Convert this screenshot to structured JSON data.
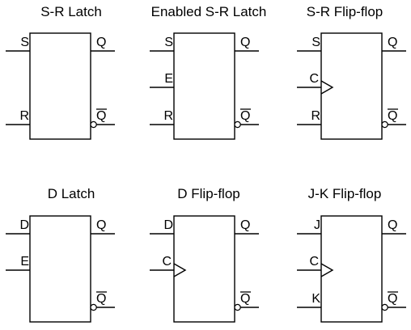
{
  "diagram": {
    "colors": {
      "stroke": "#000000",
      "background": "#ffffff"
    },
    "blocks": [
      {
        "id": "sr-latch",
        "title": "S-R Latch",
        "left_pins": [
          {
            "label": "S",
            "slot": "top",
            "clock": false
          },
          {
            "label": "R",
            "slot": "bottom",
            "clock": false
          }
        ],
        "right_pins": [
          {
            "label": "Q",
            "slot": "top",
            "inverted": false,
            "overbar": false
          },
          {
            "label": "Q",
            "slot": "bottom",
            "inverted": true,
            "overbar": true
          }
        ]
      },
      {
        "id": "enabled-sr-latch",
        "title": "Enabled S-R Latch",
        "left_pins": [
          {
            "label": "S",
            "slot": "top",
            "clock": false
          },
          {
            "label": "E",
            "slot": "middle",
            "clock": false
          },
          {
            "label": "R",
            "slot": "bottom",
            "clock": false
          }
        ],
        "right_pins": [
          {
            "label": "Q",
            "slot": "top",
            "inverted": false,
            "overbar": false
          },
          {
            "label": "Q",
            "slot": "bottom",
            "inverted": true,
            "overbar": true
          }
        ]
      },
      {
        "id": "sr-flip-flop",
        "title": "S-R Flip-flop",
        "left_pins": [
          {
            "label": "S",
            "slot": "top",
            "clock": false
          },
          {
            "label": "C",
            "slot": "middle",
            "clock": true
          },
          {
            "label": "R",
            "slot": "bottom",
            "clock": false
          }
        ],
        "right_pins": [
          {
            "label": "Q",
            "slot": "top",
            "inverted": false,
            "overbar": false
          },
          {
            "label": "Q",
            "slot": "bottom",
            "inverted": true,
            "overbar": true
          }
        ]
      },
      {
        "id": "d-latch",
        "title": "D Latch",
        "left_pins": [
          {
            "label": "D",
            "slot": "top",
            "clock": false
          },
          {
            "label": "E",
            "slot": "middle",
            "clock": false
          }
        ],
        "right_pins": [
          {
            "label": "Q",
            "slot": "top",
            "inverted": false,
            "overbar": false
          },
          {
            "label": "Q",
            "slot": "bottom",
            "inverted": true,
            "overbar": true
          }
        ]
      },
      {
        "id": "d-flip-flop",
        "title": "D Flip-flop",
        "left_pins": [
          {
            "label": "D",
            "slot": "top",
            "clock": false
          },
          {
            "label": "C",
            "slot": "middle",
            "clock": true
          }
        ],
        "right_pins": [
          {
            "label": "Q",
            "slot": "top",
            "inverted": false,
            "overbar": false
          },
          {
            "label": "Q",
            "slot": "bottom",
            "inverted": true,
            "overbar": true
          }
        ]
      },
      {
        "id": "jk-flip-flop",
        "title": "J-K Flip-flop",
        "left_pins": [
          {
            "label": "J",
            "slot": "top",
            "clock": false
          },
          {
            "label": "C",
            "slot": "middle",
            "clock": true
          },
          {
            "label": "K",
            "slot": "bottom",
            "clock": false
          }
        ],
        "right_pins": [
          {
            "label": "Q",
            "slot": "top",
            "inverted": false,
            "overbar": false
          },
          {
            "label": "Q",
            "slot": "bottom",
            "inverted": true,
            "overbar": true
          }
        ]
      }
    ]
  }
}
